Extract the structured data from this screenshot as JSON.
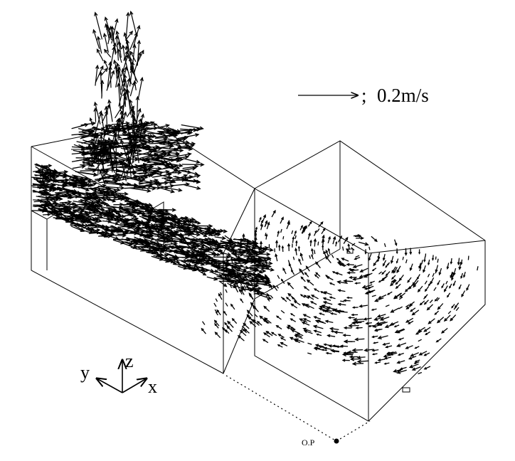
{
  "legend": {
    "separator": ";",
    "value": "0.2m/s"
  },
  "axes": {
    "x": "x",
    "y": "y",
    "z": "z"
  },
  "origin_label": "O.P",
  "colors": {
    "ink": "#000000",
    "background": "#ffffff"
  }
}
